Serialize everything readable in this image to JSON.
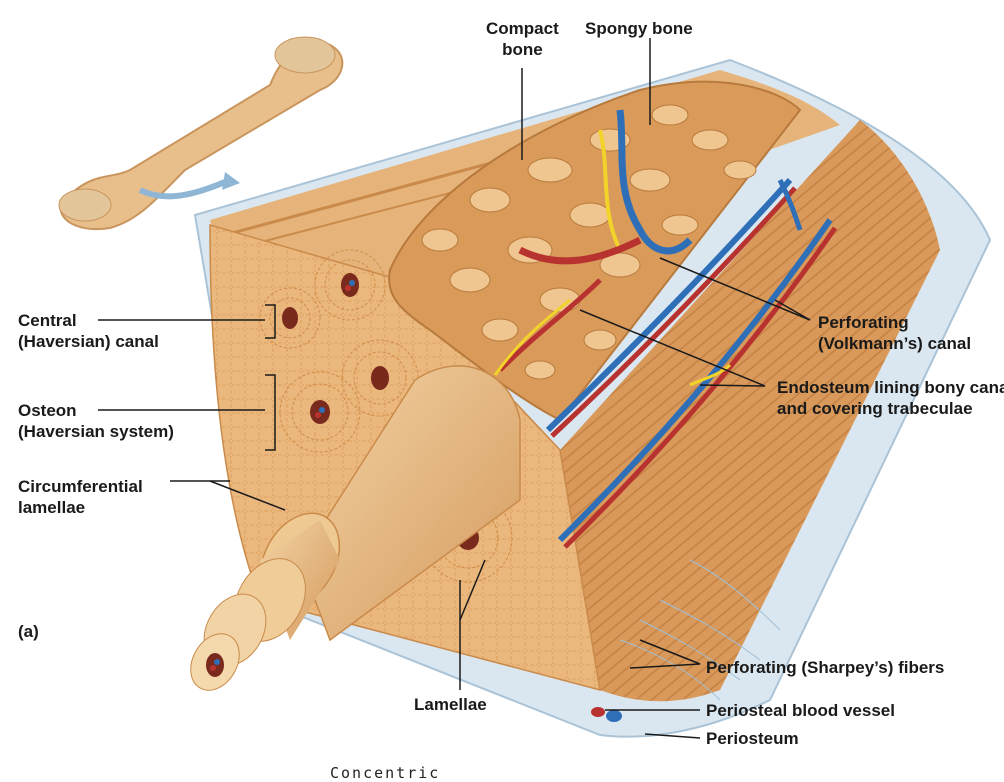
{
  "labels": {
    "compact_bone": [
      "Compact",
      "bone"
    ],
    "spongy_bone": "Spongy bone",
    "central_canal": [
      "Central",
      "(Haversian) canal"
    ],
    "osteon": [
      "Osteon",
      "(Haversian system)"
    ],
    "circumferential": [
      "Circumferential",
      "lamellae"
    ],
    "panel": "(a)",
    "lamellae": "Lamellae",
    "perforating_canal": [
      "Perforating",
      "(Volkmann’s) canal"
    ],
    "endosteum": [
      "Endosteum lining bony canals",
      "and covering trabeculae"
    ],
    "sharpey": "Perforating (Sharpey’s) fibers",
    "periosteal_vessel": "Periosteal blood vessel",
    "periosteum": "Periosteum",
    "footer": "Concentric"
  },
  "colors": {
    "bone": "#e9b77e",
    "bone_dark": "#c98a4a",
    "bone_light": "#f3d3a4",
    "artery": "#b8322f",
    "vein": "#2e6fb8",
    "nerve": "#f2d32a",
    "periosteum": "#d5e3ee"
  }
}
